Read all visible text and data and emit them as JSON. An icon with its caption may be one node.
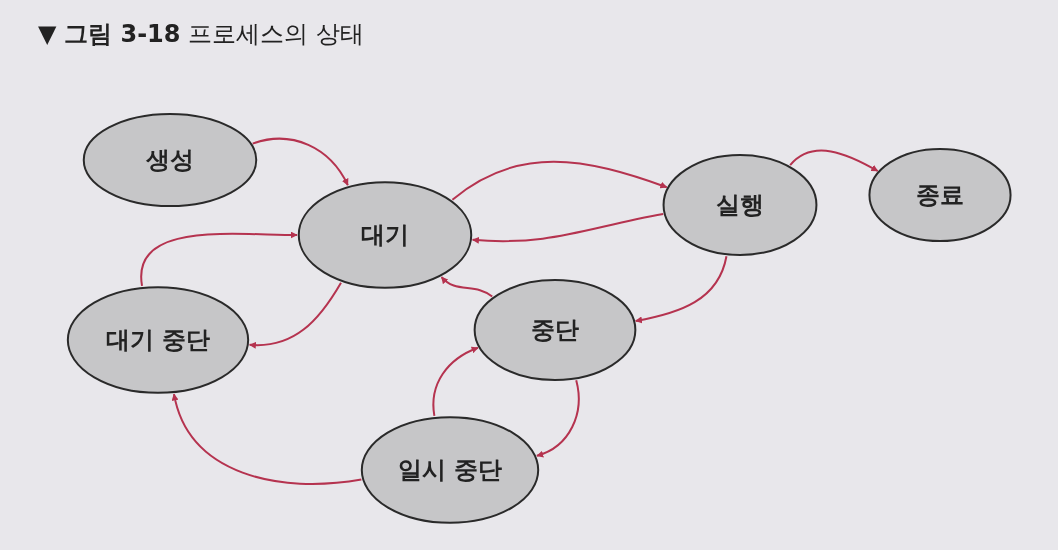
{
  "diagram": {
    "title": "▼ **그림 3-18** 프로세스의 상태",
    "nodes": [
      {
        "text": [
          "생성"
        ]
      },
      {
        "text": [
          "대기"
        ]
      },
      {
        "text": [
          "실행"
        ]
      },
      {
        "text": [
          "종료"
        ]
      },
      {
        "text": [
          "대기 중단"
        ]
      },
      {
        "text": [
          "중단"
        ]
      },
      {
        "text": [
          "일시 중단"
        ]
      }
    ],
    "edges": [
      {
        "from": 0,
        "to": 1,
        "arrow": "to"
      },
      {
        "from": 1,
        "to": 2,
        "arrow": "to"
      },
      {
        "from": 2,
        "to": 1,
        "arrow": "to"
      },
      {
        "from": 2,
        "to": 3,
        "arrow": "to"
      },
      {
        "from": 2,
        "to": 5,
        "arrow": "to"
      },
      {
        "from": 5,
        "to": 1,
        "arrow": "to"
      },
      {
        "from": 4,
        "to": 1,
        "arrow": "to"
      },
      {
        "from": 1,
        "to": 4,
        "arrow": "to"
      },
      {
        "from": 5,
        "to": 6,
        "arrow": "to"
      },
      {
        "from": 6,
        "to": 5,
        "arrow": "to"
      },
      {
        "from": 6,
        "to": 4,
        "arrow": "to"
      }
    ]
  }
}
